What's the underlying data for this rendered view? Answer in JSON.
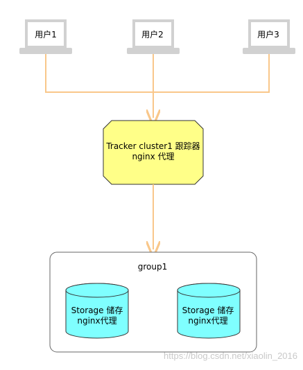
{
  "users": [
    {
      "label": "用户1"
    },
    {
      "label": "用户2"
    },
    {
      "label": "用户3"
    }
  ],
  "tracker": {
    "line1": "Tracker cluster1 跟踪器",
    "line2": "nginx 代理"
  },
  "group": {
    "label": "group1",
    "storages": [
      {
        "line1": "Storage 储存",
        "line2": "nginx代理"
      },
      {
        "line1": "Storage 储存",
        "line2": "nginx代理"
      }
    ]
  },
  "watermark": "https://blog.csdn.net/xiaolin_2016",
  "colors": {
    "connector": "#F9C78A",
    "laptop": "#D1D1D1",
    "tracker_fill": "#FFFF88",
    "storage_fill": "#7FFFFF",
    "group_border": "#666666"
  }
}
